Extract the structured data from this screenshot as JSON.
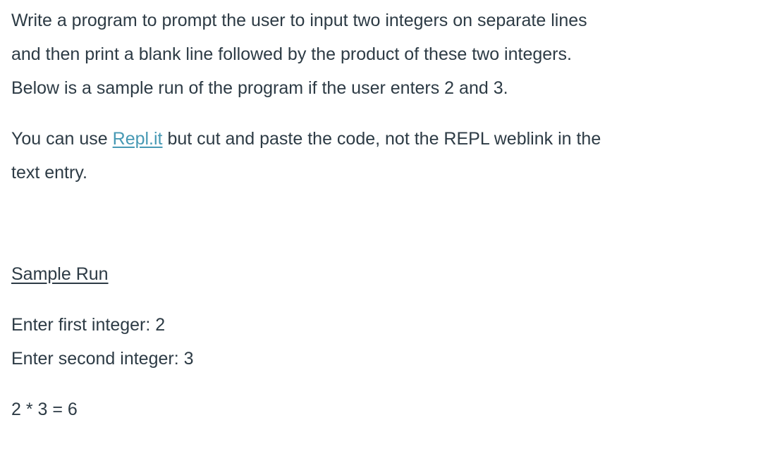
{
  "page": {
    "text_color": "#2D3B45",
    "link_color": "#4799B4",
    "background": "#FFFFFF"
  },
  "description": {
    "paragraph1": {
      "line1": "Write a program to prompt the user to input two integers on separate lines",
      "line2": "and then print a blank line followed by the product of these two integers.",
      "line3": "Below is a sample run of the program if the user enters 2 and 3."
    },
    "paragraph2": {
      "prefix": "You can use ",
      "link_label": "Repl.it",
      "middle": " but cut and paste the code, not the REPL weblink in the",
      "line2": "text entry."
    },
    "sample_run": {
      "heading": "Sample Run",
      "prompt_line1": "Enter first integer: 2",
      "prompt_line2": "Enter second integer: 3",
      "result_line": "2 * 3 = 6"
    }
  }
}
